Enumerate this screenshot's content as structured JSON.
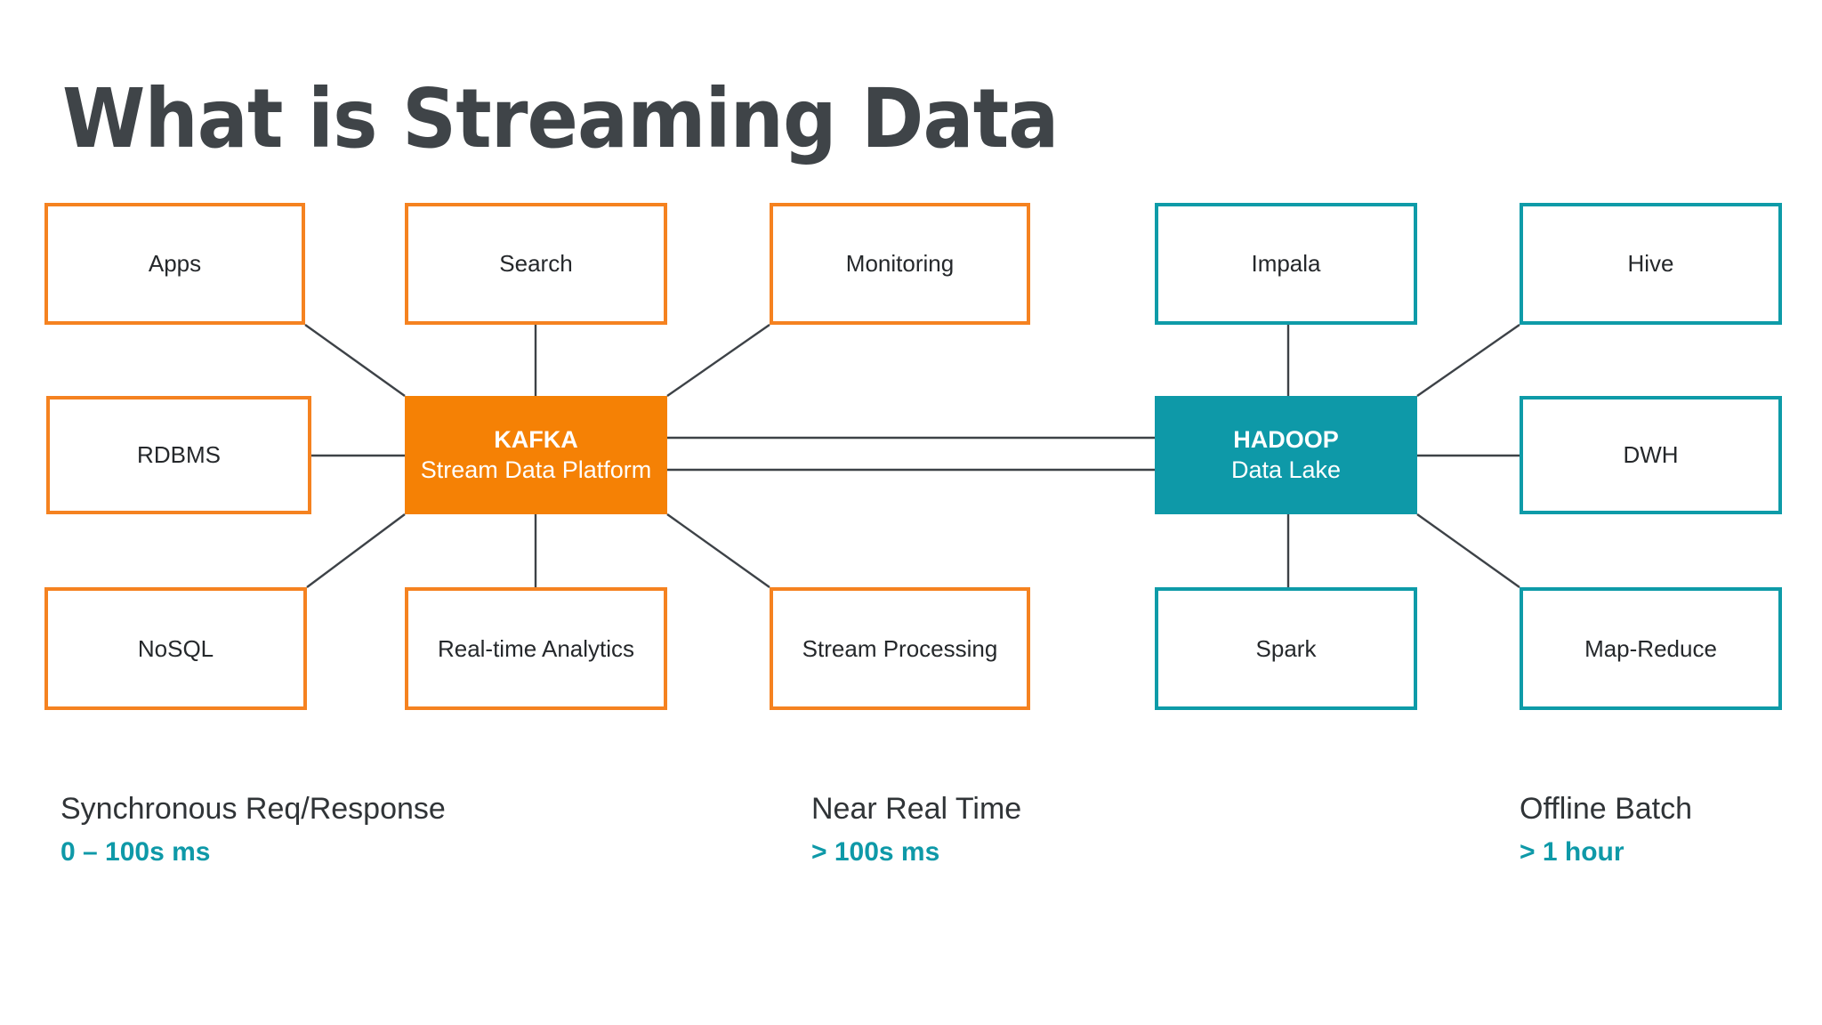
{
  "title": "What is Streaming Data",
  "colors": {
    "orange": "#F58220",
    "orange_fill": "#F58105",
    "teal": "#0E9BA8",
    "teal_fill": "#0E99A8",
    "title_gray": "#3f4448",
    "text_dark": "#25282b",
    "connector": "#3d4247"
  },
  "diagram": {
    "hubs": {
      "kafka": {
        "title": "KAFKA",
        "subtitle": "Stream Data Platform"
      },
      "hadoop": {
        "title": "HADOOP",
        "subtitle": "Data Lake"
      }
    },
    "left_cluster": {
      "accent": "#F58220",
      "nodes": [
        {
          "id": "apps",
          "label": "Apps"
        },
        {
          "id": "search",
          "label": "Search"
        },
        {
          "id": "monitoring",
          "label": "Monitoring"
        },
        {
          "id": "rdbms",
          "label": "RDBMS"
        },
        {
          "id": "nosql",
          "label": "NoSQL"
        },
        {
          "id": "realtime-analytics",
          "label": "Real-time Analytics"
        },
        {
          "id": "stream-processing",
          "label": "Stream Processing"
        }
      ]
    },
    "right_cluster": {
      "accent": "#0E9BA8",
      "nodes": [
        {
          "id": "impala",
          "label": "Impala"
        },
        {
          "id": "hive",
          "label": "Hive"
        },
        {
          "id": "dwh",
          "label": "DWH"
        },
        {
          "id": "spark",
          "label": "Spark"
        },
        {
          "id": "map-reduce",
          "label": "Map-Reduce"
        }
      ]
    }
  },
  "captions": [
    {
      "id": "synchronous",
      "title": "Synchronous Req/Response",
      "value": "0 – 100s ms"
    },
    {
      "id": "near-real-time",
      "title": "Near Real Time",
      "value": "> 100s ms"
    },
    {
      "id": "offline-batch",
      "title": "Offline Batch",
      "value": "> 1 hour"
    }
  ]
}
